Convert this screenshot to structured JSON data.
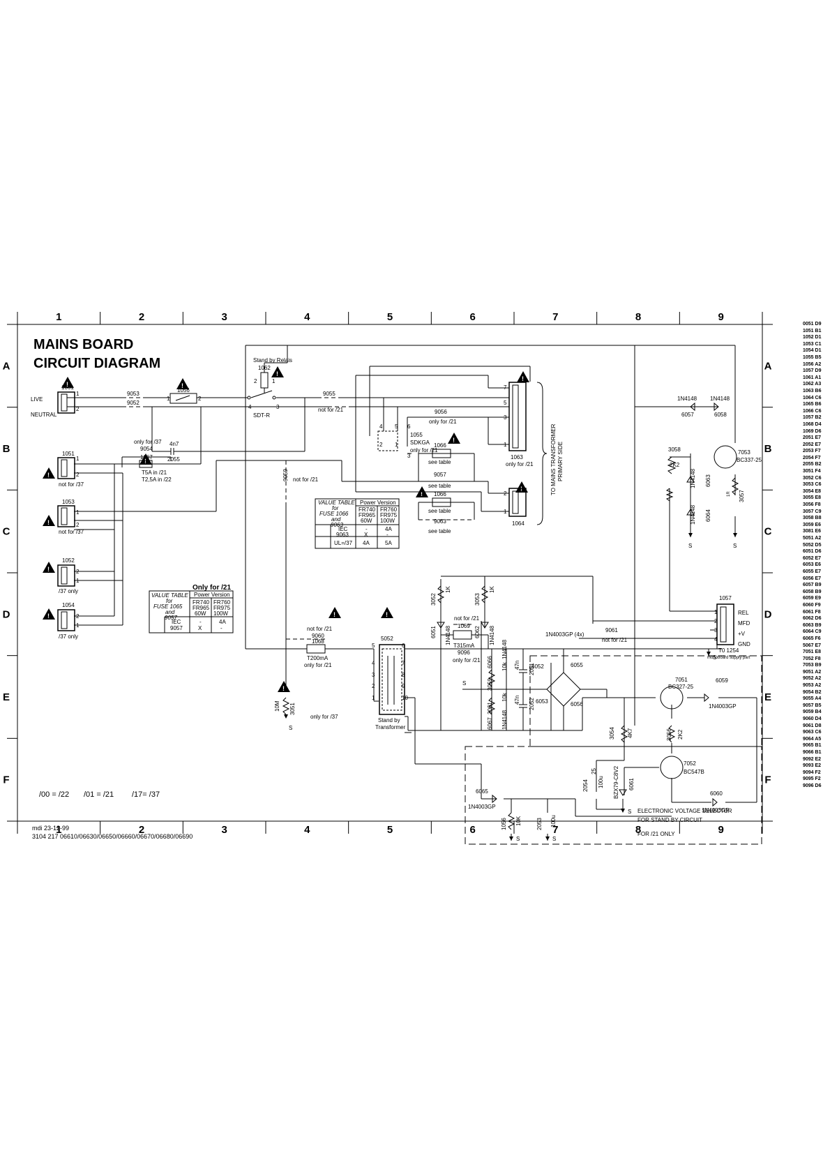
{
  "title": {
    "line1": "MAINS BOARD",
    "line2": "CIRCUIT DIAGRAM"
  },
  "grid": {
    "columns": [
      "1",
      "2",
      "3",
      "4",
      "5",
      "6",
      "7",
      "8",
      "9"
    ],
    "rows": [
      "A",
      "B",
      "C",
      "D",
      "E",
      "F"
    ]
  },
  "connectors": {
    "c1061": {
      "ref": "1061",
      "live": "LIVE",
      "neutral": "NEUTRAL"
    },
    "c1051": {
      "ref": "1051",
      "note": "not for /37"
    },
    "c1053": {
      "ref": "1053",
      "note": "not for /37"
    },
    "c1052": {
      "ref": "1052",
      "note": "/37 only"
    },
    "c1054": {
      "ref": "1054",
      "note": "/37 only"
    },
    "c1063": {
      "ref": "1063",
      "note": "only for /21",
      "pins": [
        "7",
        "5",
        "3",
        "1"
      ]
    },
    "c1064": {
      "ref": "1064",
      "pins": [
        "2",
        "1"
      ]
    },
    "c1057": {
      "ref": "1057",
      "pins": [
        "REL",
        "MFD",
        "+V",
        "GND"
      ],
      "note1": "T0 1254",
      "note2": "monoboard supply part"
    }
  },
  "fuses": {
    "f1056": "1056",
    "f1067": {
      "ref": "1067",
      "note": "only for /37",
      "ref2": "9054",
      "v1": "T5A in /21",
      "v2": "T2,5A in /22"
    },
    "f1066a": {
      "ref": "1066",
      "note": "see table"
    },
    "f1066b": {
      "ref": "1066",
      "note": "see table"
    },
    "f1068": {
      "ref": "1068",
      "v": "T200mA",
      "note": "only for /21"
    },
    "f1069": {
      "ref": "1069",
      "v": "T315mA",
      "ref2": "9096",
      "note": "only for /21"
    }
  },
  "jumpers": {
    "j9053": "9053",
    "j9052": "9052",
    "j9055": "9055",
    "j9055note": "not for /21",
    "j9056": "9056",
    "j9056note": "only for /21",
    "j9057": "9057",
    "j9057note": "see table",
    "j9063": "9063",
    "j9063note": "see table",
    "j9059": "9059",
    "j9059note": "not for /21",
    "j9060": "9060",
    "j9060note": "not for /21",
    "j9061": "9061",
    "j9061note": "not for /21",
    "j9069note": "not for /21"
  },
  "relay": {
    "title": "Stand by Relais",
    "ref": "1062",
    "type": "SDT-R",
    "pins": [
      "2",
      "1",
      "4",
      "3"
    ]
  },
  "switch1055": {
    "ref": "1055",
    "type": "SDKGA",
    "note": "only for /21",
    "pins": [
      "4",
      "5",
      "6",
      "2",
      "1",
      "3"
    ]
  },
  "cap2055": {
    "value": "4n7",
    "ref": "2055"
  },
  "transformer": {
    "ref": "5052",
    "name1": "Stand by",
    "name2": "Transformer",
    "pins_left": [
      "5",
      "4",
      "3",
      "2",
      "1"
    ],
    "pins_right": [
      "6",
      "7",
      "8",
      "9",
      "10"
    ]
  },
  "mains_to": {
    "line1": "TO MAINS TRANSFORMER",
    "line2": "PRIMARY SIDE"
  },
  "table1": {
    "title1": "VALUE TABLE",
    "title2": "for",
    "title3": "FUSE 1066",
    "title4": "and",
    "title5": "9063",
    "header": "Power Version",
    "col1": [
      "FR740",
      "FR965",
      "60W"
    ],
    "col2": [
      "FR760",
      "FR975",
      "100W"
    ],
    "rows": [
      {
        "label1": "IEC",
        "label2": "9063",
        "v1a": "-",
        "v1b": "X",
        "v2a": "4A",
        "v2b": "-"
      },
      {
        "label1": "UL=/37",
        "label2": "",
        "v1a": "4A",
        "v1b": "",
        "v2a": "5A",
        "v2b": ""
      }
    ]
  },
  "table2": {
    "only": "Only for /21",
    "title1": "VALUE TABLE",
    "title2": "for",
    "title3": "FUSE 1065",
    "title4": "and",
    "title5": "9057",
    "header": "Power Version",
    "col1": [
      "FR740",
      "FR965",
      "60W"
    ],
    "col2": [
      "FR760",
      "FR975",
      "100W"
    ],
    "rows": [
      {
        "label1": "IEC",
        "label2": "9057",
        "v1a": "-",
        "v1b": "X",
        "v2a": "4A",
        "v2b": "-"
      }
    ]
  },
  "components": {
    "d6057": {
      "type": "1N4148",
      "ref": "6057"
    },
    "d6058": {
      "type": "1N4148",
      "ref": "6058"
    },
    "r3058": {
      "ref": "3058",
      "value": "2K2"
    },
    "q7053": {
      "ref": "7053",
      "type": "BC337-25"
    },
    "d6063": {
      "type": "1N4148",
      "ref": "6063"
    },
    "d6064": {
      "type": "1N4148",
      "ref": "6064"
    },
    "r3057": {
      "value": "1R",
      "ref": "3057"
    },
    "r3052": {
      "ref": "3052",
      "value": "1K"
    },
    "r3053": {
      "ref": "3053",
      "value": "1K"
    },
    "d6051": {
      "ref": "6051",
      "type": "1N4148"
    },
    "d6062": {
      "ref": "6062",
      "type": "1N4148"
    },
    "bridge": {
      "type": "1N4003GP (4x)",
      "d1": "6052",
      "d2": "6055",
      "d3": "6053",
      "d4": "6056"
    },
    "r3059": {
      "ref": "3059",
      "value": "10k"
    },
    "d6066": {
      "ref": "6066",
      "type": "1N4148"
    },
    "c2051": {
      "value": "47n",
      "ref": "2051"
    },
    "r3061": {
      "ref": "3061",
      "value": "10k"
    },
    "d6067": {
      "ref": "6067",
      "type": "1N4148"
    },
    "c2052": {
      "value": "47n",
      "ref": "2052"
    },
    "r3051": {
      "value": "10M",
      "ref": "3051",
      "note": "only for /37"
    },
    "q7051": {
      "ref": "7051",
      "type": "BC327-25"
    },
    "d6059": {
      "ref": "6059",
      "type": "1N4003GP"
    },
    "r3054": {
      "ref": "3054",
      "value": "4K7"
    },
    "r3056": {
      "ref": "3056",
      "value": "2K2"
    },
    "q7052": {
      "ref": "7052",
      "type": "BC547B"
    },
    "d6060": {
      "ref": "6060",
      "type": "1N4003GP"
    },
    "d6065": {
      "ref": "6065",
      "type": "1N4003GP"
    },
    "r1056": {
      "ref": "1056",
      "value": "10K"
    },
    "c2053": {
      "ref": "2053",
      "value": "100u"
    },
    "c2054": {
      "ref": "2054",
      "value": "100u",
      "v2": "25"
    },
    "z6061": {
      "type": "BZX79-C8V2",
      "ref": "6061"
    }
  },
  "ground_symbol": "S",
  "selector": {
    "line1": "ELECTRONIC VOLTAGE SELECTOR",
    "line2": "FOR STAND BY CIRCUIT",
    "line3": "FOR /21 ONLY"
  },
  "versions": {
    "v1": "/00 = /22",
    "v2": "/01 = /21",
    "v3": "/17= /37"
  },
  "footer": {
    "author": "mdi 23-12-99",
    "codes": "3104 217 06610/06630/06650/06660/06670/06680/06690"
  },
  "refs": [
    "0051 D9",
    "1051 B1",
    "1052 D1",
    "1053 C1",
    "1054 D1",
    "1055 B5",
    "1056 A2",
    "1057 D9",
    "1061 A1",
    "1062 A3",
    "1063 B6",
    "1064 C6",
    "1065 B6",
    "1066 C6",
    "1057 B2",
    "1068 D4",
    "1069 D6",
    "2051 E7",
    "2052 E7",
    "2053 F7",
    "2054 F7",
    "2055 B2",
    "3051 F4",
    "3052 C6",
    "3053 C6",
    "3054 E8",
    "3055 E8",
    "3056 F8",
    "3057 C9",
    "3058 B8",
    "3059 E6",
    "3081 E6",
    "5051 A2",
    "5052 D5",
    "6051 D6",
    "6052 E7",
    "6053 E6",
    "6055 E7",
    "6056 E7",
    "6057 B9",
    "6058 B9",
    "6059 E9",
    "6060 F9",
    "6061 F8",
    "6062 D6",
    "6063 B9",
    "6064 C9",
    "6065 F6",
    "5067 E7",
    "7051 E8",
    "7052 F8",
    "7053 B9",
    "9051 A2",
    "9052 A2",
    "9053 A2",
    "9054 B2",
    "9055 A4",
    "9057 B5",
    "9059 B4",
    "9060 D4",
    "9061 D8",
    "9063 C6",
    "9064 A5",
    "9065 B1",
    "9066 B1",
    "9092 E2",
    "9093 E2",
    "9094 F2",
    "9095 F2",
    "9096 D6"
  ]
}
